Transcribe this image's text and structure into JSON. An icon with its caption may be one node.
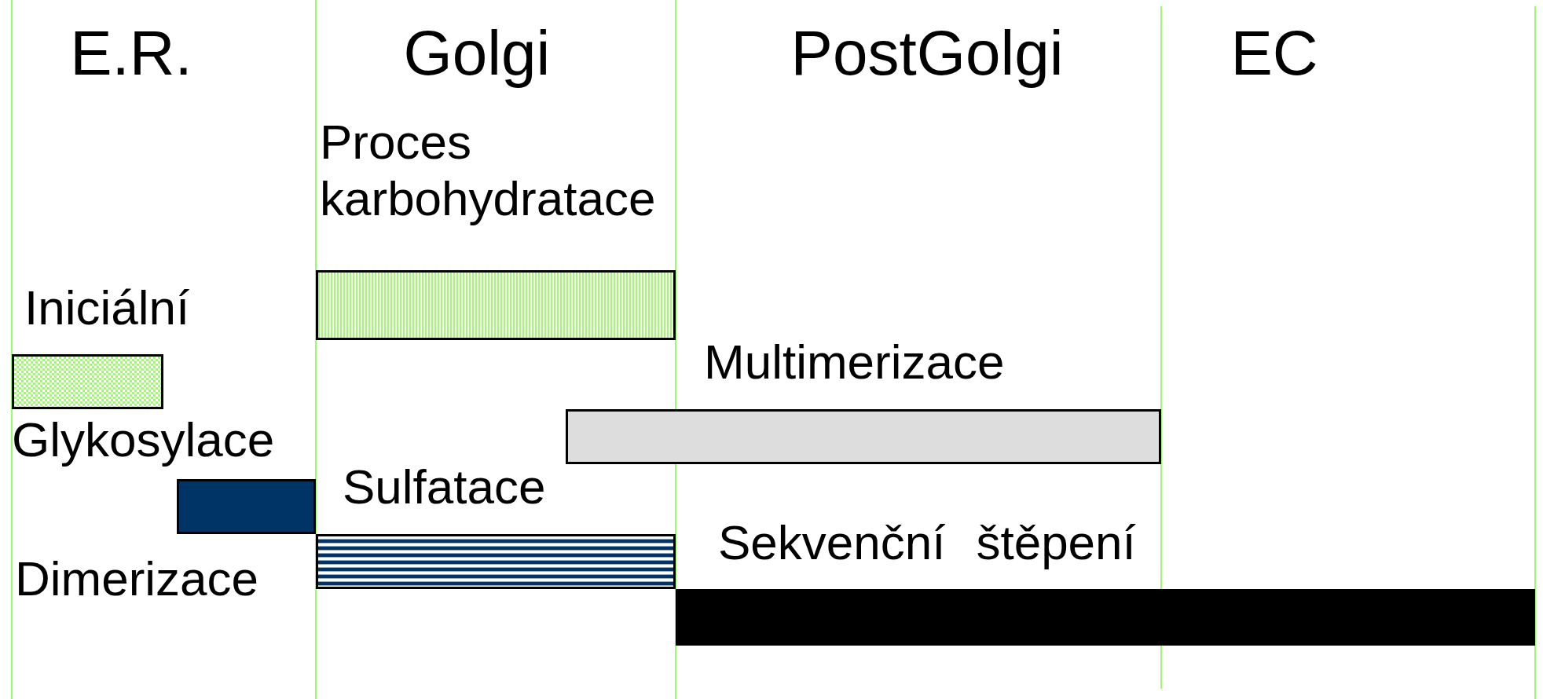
{
  "diagram": {
    "nodes": [
      {
        "text": [],
        "shape": "bar",
        "beside": [
          "Iniciální",
          "Glykosylace"
        ]
      },
      {
        "text": [],
        "shape": "bar",
        "beside": [
          "Proces karbohydratace"
        ]
      },
      {
        "text": [],
        "shape": "bar",
        "beside": [
          "Multimerizace"
        ]
      },
      {
        "text": [],
        "shape": "bar",
        "beside": [
          "Dimerizace"
        ]
      },
      {
        "text": [],
        "shape": "bar",
        "beside": [
          "Sulfatace"
        ]
      },
      {
        "text": [],
        "shape": "bar",
        "beside": [
          "Sekvenční štěpení"
        ]
      }
    ],
    "labels": [
      "E.R.",
      "Golgi",
      "PostGolgi",
      "EC"
    ]
  }
}
